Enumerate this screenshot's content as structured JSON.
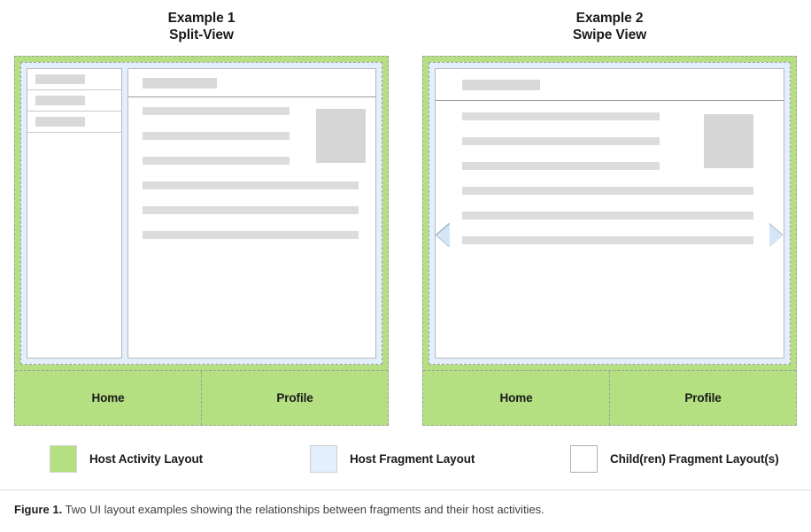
{
  "examples": [
    {
      "title": "Example 1",
      "subtitle": "Split-View",
      "layout": "split-view",
      "tabs": [
        {
          "label": "Home"
        },
        {
          "label": "Profile"
        }
      ]
    },
    {
      "title": "Example 2",
      "subtitle": "Swipe View",
      "layout": "swipe-view",
      "tabs": [
        {
          "label": "Home"
        },
        {
          "label": "Profile"
        }
      ]
    }
  ],
  "legend": [
    {
      "label": "Host Activity Layout",
      "color": "#b4e081",
      "swatch": "green"
    },
    {
      "label": "Host Fragment Layout",
      "color": "#e3effc",
      "swatch": "blue"
    },
    {
      "label": "Child(ren) Fragment Layout(s)",
      "color": "#ffffff",
      "swatch": "white"
    }
  ],
  "caption": {
    "prefix": "Figure 1.",
    "text": " Two UI layout examples showing the relationships between fragments and their host activities."
  },
  "icons": {
    "swipe_left": "swipe-left-arrow-icon",
    "swipe_right": "swipe-right-arrow-icon"
  }
}
